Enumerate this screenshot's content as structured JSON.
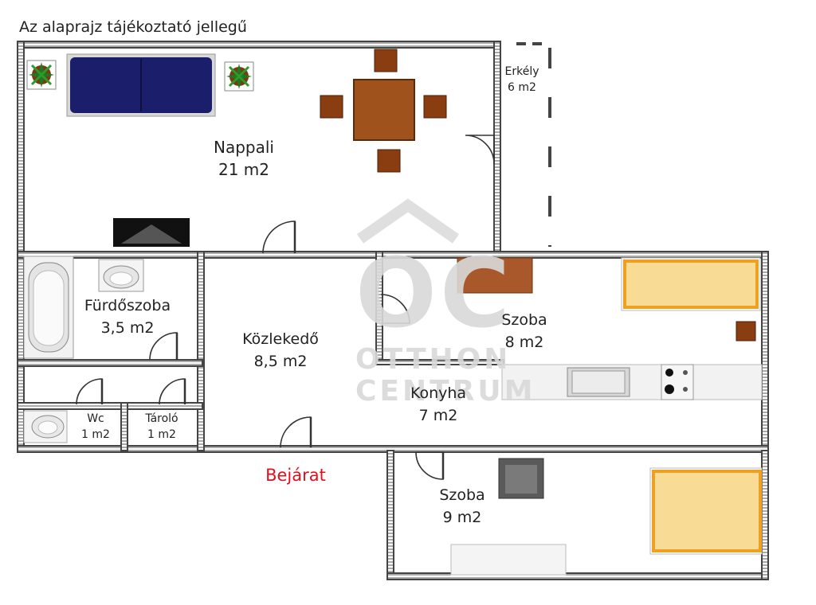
{
  "header": {
    "note": "Az alaprajz tájékoztató jellegű"
  },
  "rooms": {
    "nappali": {
      "name": "Nappali",
      "area": "21 m2"
    },
    "erkely": {
      "name": "Erkély",
      "area": "6 m2"
    },
    "furdo": {
      "name": "Fürdőszoba",
      "area": "3,5 m2"
    },
    "kozlekedo": {
      "name": "Közlekedő",
      "area": "8,5 m2"
    },
    "szoba1": {
      "name": "Szoba",
      "area": "8 m2"
    },
    "konyha": {
      "name": "Konyha",
      "area": "7 m2"
    },
    "wc": {
      "name": "Wc",
      "area": "1 m2"
    },
    "tarolo": {
      "name": "Tároló",
      "area": "1 m2"
    },
    "szoba2": {
      "name": "Szoba",
      "area": "9 m2"
    }
  },
  "entrance": {
    "label": "Bejárat",
    "color": "#e0101e"
  },
  "watermark": {
    "line1": "OTTHON",
    "line2": "CENTRUM",
    "logo": "OC"
  },
  "colors": {
    "sofa": "#1b1f6b",
    "table": "#a0521c",
    "chair": "#8b3d12",
    "bed": "#f8dc96",
    "bed_frame": "#f0a020",
    "desk": "#a8582a"
  }
}
